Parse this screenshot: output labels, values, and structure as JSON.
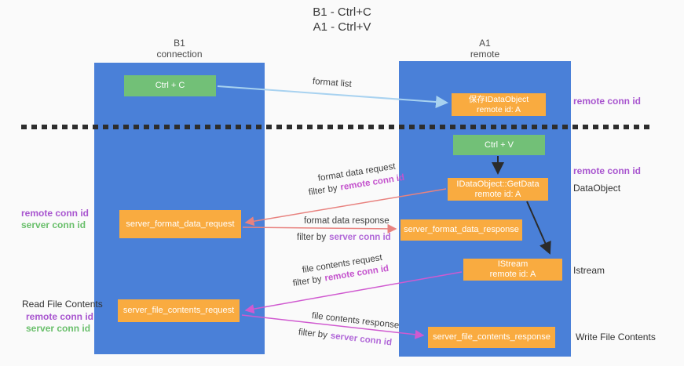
{
  "title": {
    "line1": "B1 - Ctrl+C",
    "line2": "A1 - Ctrl+V"
  },
  "lanes": {
    "left": {
      "name": "B1",
      "role": "connection"
    },
    "right": {
      "name": "A1",
      "role": "remote"
    }
  },
  "nodes": {
    "ctrl_c": {
      "label": "Ctrl + C"
    },
    "save_idataobject": {
      "line1": "保存IDataObject",
      "line2": "remote id: A"
    },
    "ctrl_v": {
      "label": "Ctrl + V"
    },
    "idataobject_getdata": {
      "line1": "IDataObject::GetData",
      "line2": "remote id: A"
    },
    "server_format_data_request": {
      "label": "server_format_data_request"
    },
    "server_format_data_response": {
      "label": "server_format_data_response"
    },
    "istream": {
      "line1": "IStream",
      "line2": "remote id: A"
    },
    "server_file_contents_request": {
      "label": "server_file_contents_request"
    },
    "server_file_contents_response": {
      "label": "server_file_contents_response"
    }
  },
  "side_labels": {
    "remote_conn_id_top_right": "remote conn id",
    "remote_conn_id_mid_right": "remote conn id",
    "dataobject": "DataObject",
    "istream": "Istream",
    "write_file_contents": "Write File Contents",
    "read_file_contents": "Read File Contents",
    "remote_conn_id_left_mid": "remote conn id",
    "server_conn_id_left_mid": "server conn id",
    "remote_conn_id_left_bottom": "remote conn id",
    "server_conn_id_left_bottom": "server conn id"
  },
  "arrow_labels": {
    "format_list": "format list",
    "format_data_request": "format data request",
    "format_data_response": "format data response",
    "file_contents_request": "file contents request",
    "file_contents_response": "file contents response",
    "filter_by": "filter by",
    "remote_conn_id": "remote conn id",
    "server_conn_id": "server conn id"
  },
  "colors": {
    "lane_blue": "#4a80d8",
    "box_green": "#72c077",
    "box_orange": "#f9ab40",
    "arrow_blue": "#a8d2f0",
    "arrow_black": "#2b2b2b",
    "arrow_salmon": "#e8827f",
    "arrow_magenta": "#d05ad0",
    "label_purple": "#a855cf",
    "label_magenta": "#c453cd",
    "label_light_purple": "#b168d8",
    "label_green": "#69bf6b"
  }
}
